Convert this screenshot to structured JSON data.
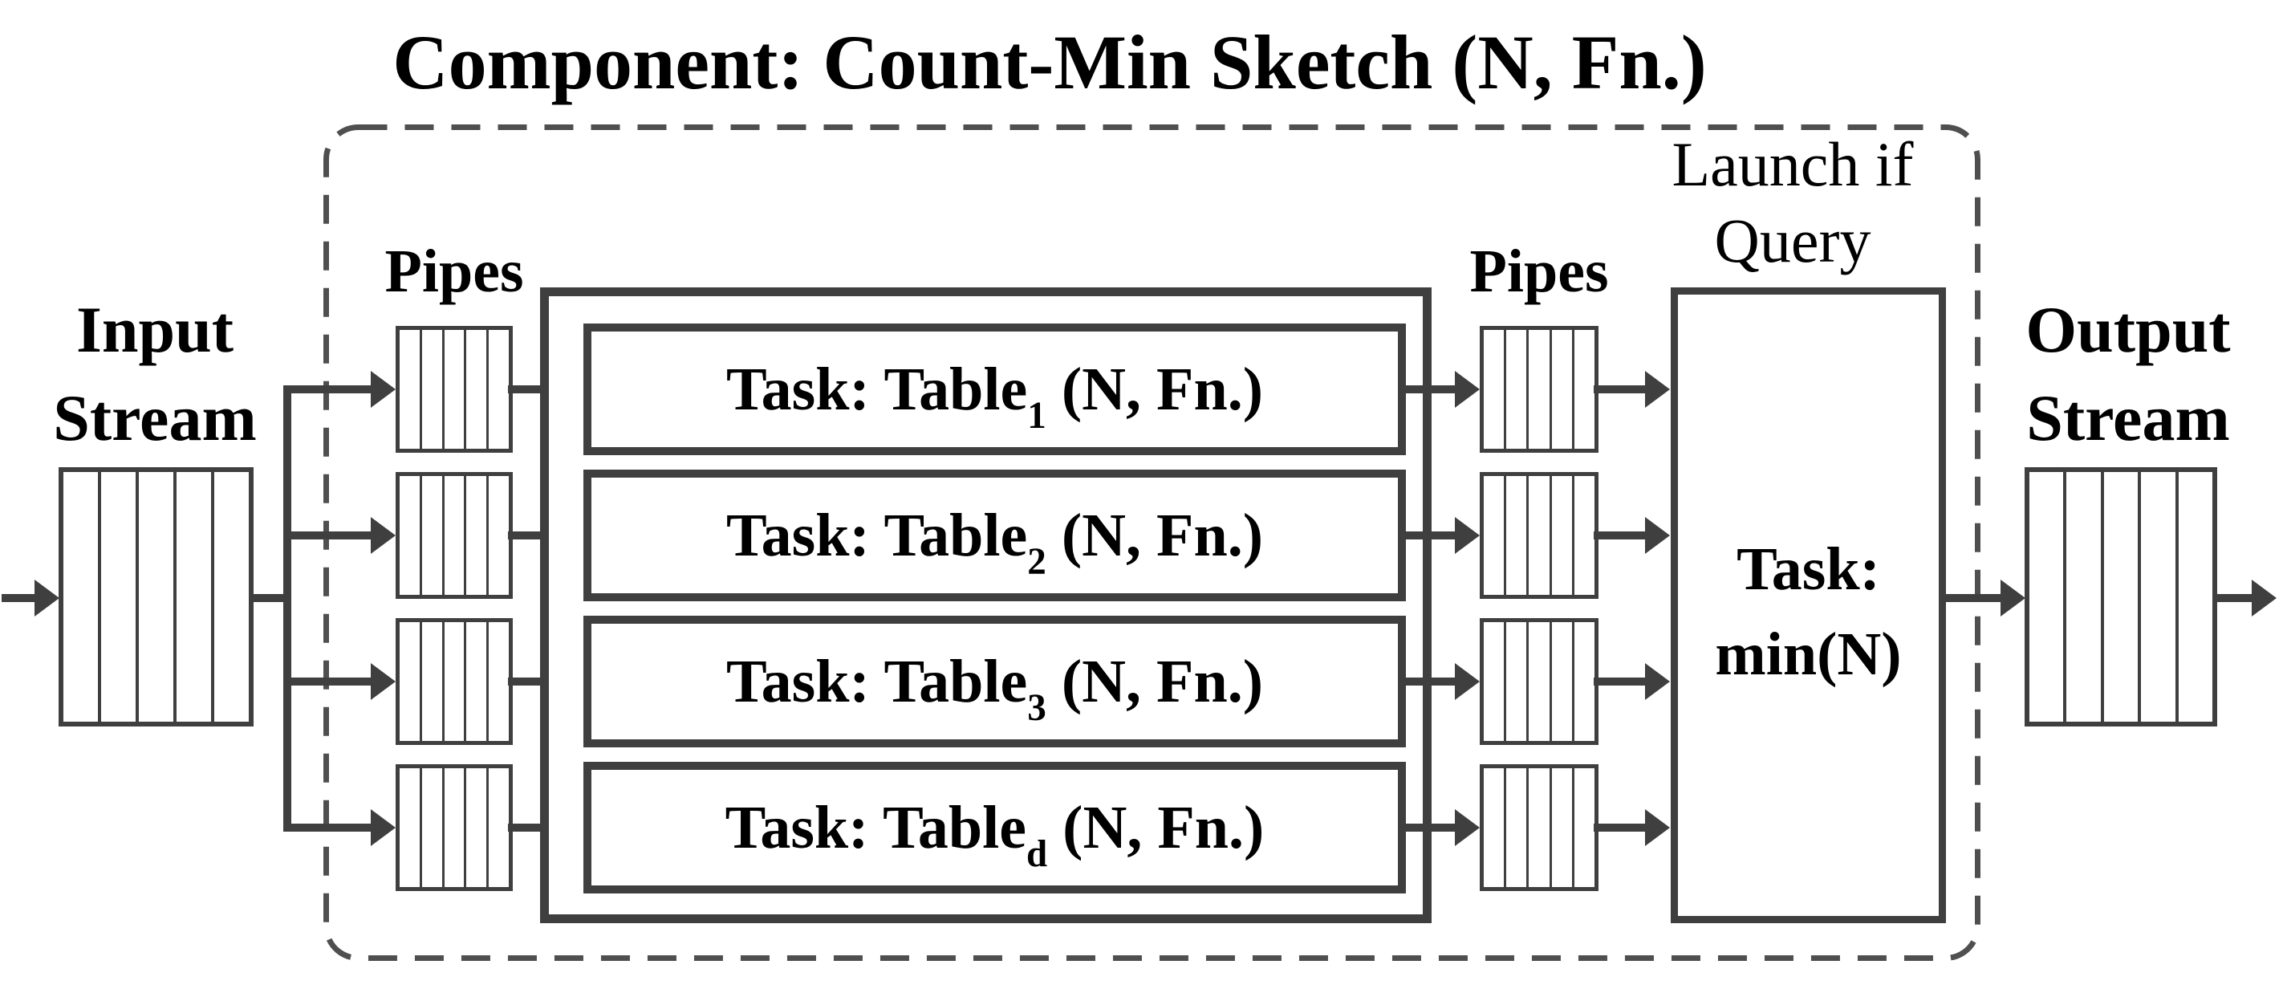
{
  "title": "Component: Count-Min Sketch (N, Fn.)",
  "colors": {
    "stroke": "#3f3f3f",
    "dash": "#4f4f4f",
    "text": "#000000",
    "background": "#ffffff"
  },
  "input_stream": {
    "line1": "Input",
    "line2": "Stream"
  },
  "output_stream": {
    "line1": "Output",
    "line2": "Stream"
  },
  "pipes_left": {
    "label": "Pipes"
  },
  "pipes_right": {
    "label": "Pipes"
  },
  "launch_note": {
    "line1": "Launch if",
    "line2": "Query"
  },
  "tasks": [
    {
      "prefix": "Task: Table",
      "subscript": "1",
      "suffix": " (N, Fn.)"
    },
    {
      "prefix": "Task: Table",
      "subscript": "2",
      "suffix": " (N, Fn.)"
    },
    {
      "prefix": "Task: Table",
      "subscript": "3",
      "suffix": " (N, Fn.)"
    },
    {
      "prefix": "Task: Table",
      "subscript": "d",
      "suffix": " (N, Fn.)"
    }
  ],
  "min_task": {
    "line1": "Task:",
    "line2": "min(N)"
  }
}
